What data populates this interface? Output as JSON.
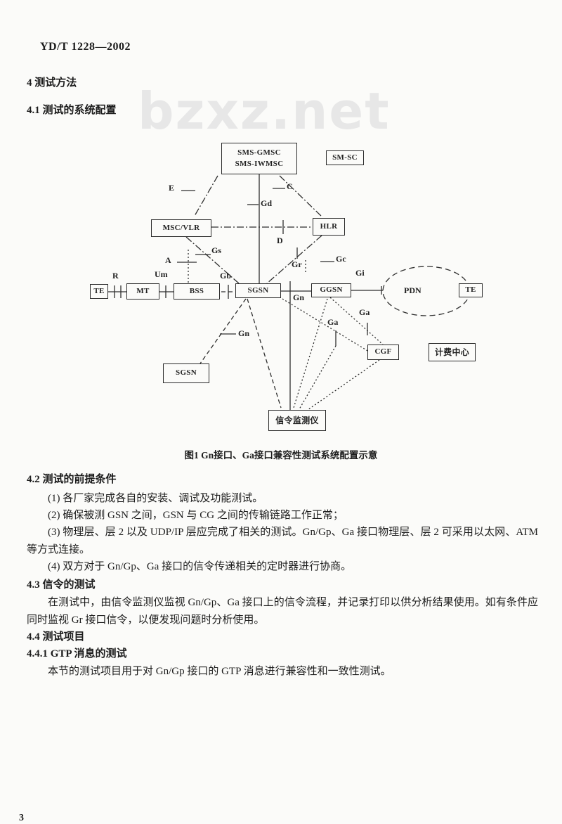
{
  "page": {
    "header": "YD/T 1228—2002",
    "watermark": "bzxz.net",
    "page_number": "3"
  },
  "headings": {
    "s4": "4  测试方法",
    "s4_1": "4.1  测试的系统配置",
    "s4_2": "4.2  测试的前提条件",
    "s4_3": "4.3  信令的测试",
    "s4_4": "4.4  测试项目",
    "s4_4_1": "4.4.1  GTP 消息的测试"
  },
  "paragraphs": {
    "item1": "(1) 各厂家完成各自的安装、调试及功能测试。",
    "item2": "(2) 确保被测 GSN 之间，GSN 与 CG 之间的传输链路工作正常；",
    "item3": "(3) 物理层、层 2 以及 UDP/IP 层应完成了相关的测试。Gn/Gp、Ga 接口物理层、层 2 可采用以太网、ATM 等方式连接。",
    "item4": "(4) 双方对于 Gn/Gp、Ga 接口的信令传递相关的定时器进行协商。",
    "p4_3": "在测试中，由信令监测仪监视 Gn/Gp、Ga 接口上的信令流程，并记录打印以供分析结果使用。如有条件应同时监视 Gr 接口信令，以便发现问题时分析使用。",
    "p4_4_1": "本节的测试项目用于对 Gn/Gp 接口的 GTP 消息进行兼容性和一致性测试。"
  },
  "figure": {
    "caption": "图1  Gn接口、Ga接口兼容性测试系统配置示意",
    "nodes": {
      "sms_line1": "SMS-GMSC",
      "sms_line2": "SMS-IWMSC",
      "sm_sc": "SM-SC",
      "msc_vlr": "MSC/VLR",
      "hlr": "HLR",
      "te_left": "TE",
      "mt": "MT",
      "bss": "BSS",
      "sgsn": "SGSN",
      "ggsn": "GGSN",
      "pdn": "PDN",
      "te_right": "TE",
      "cgf": "CGF",
      "billing_center": "计费中心",
      "sgsn_lower": "SGSN",
      "signaling_monitor": "信令监测仪"
    },
    "interfaces": {
      "e": "E",
      "c": "C",
      "gd": "Gd",
      "d": "D",
      "gs": "Gs",
      "a": "A",
      "gr": "Gr",
      "gc": "Gc",
      "r": "R",
      "um": "Um",
      "gb": "Gb",
      "gi": "Gi",
      "gn_link": "Gn",
      "gn_lower": "Gn",
      "ga_right": "Ga",
      "ga_left": "Ga"
    }
  }
}
